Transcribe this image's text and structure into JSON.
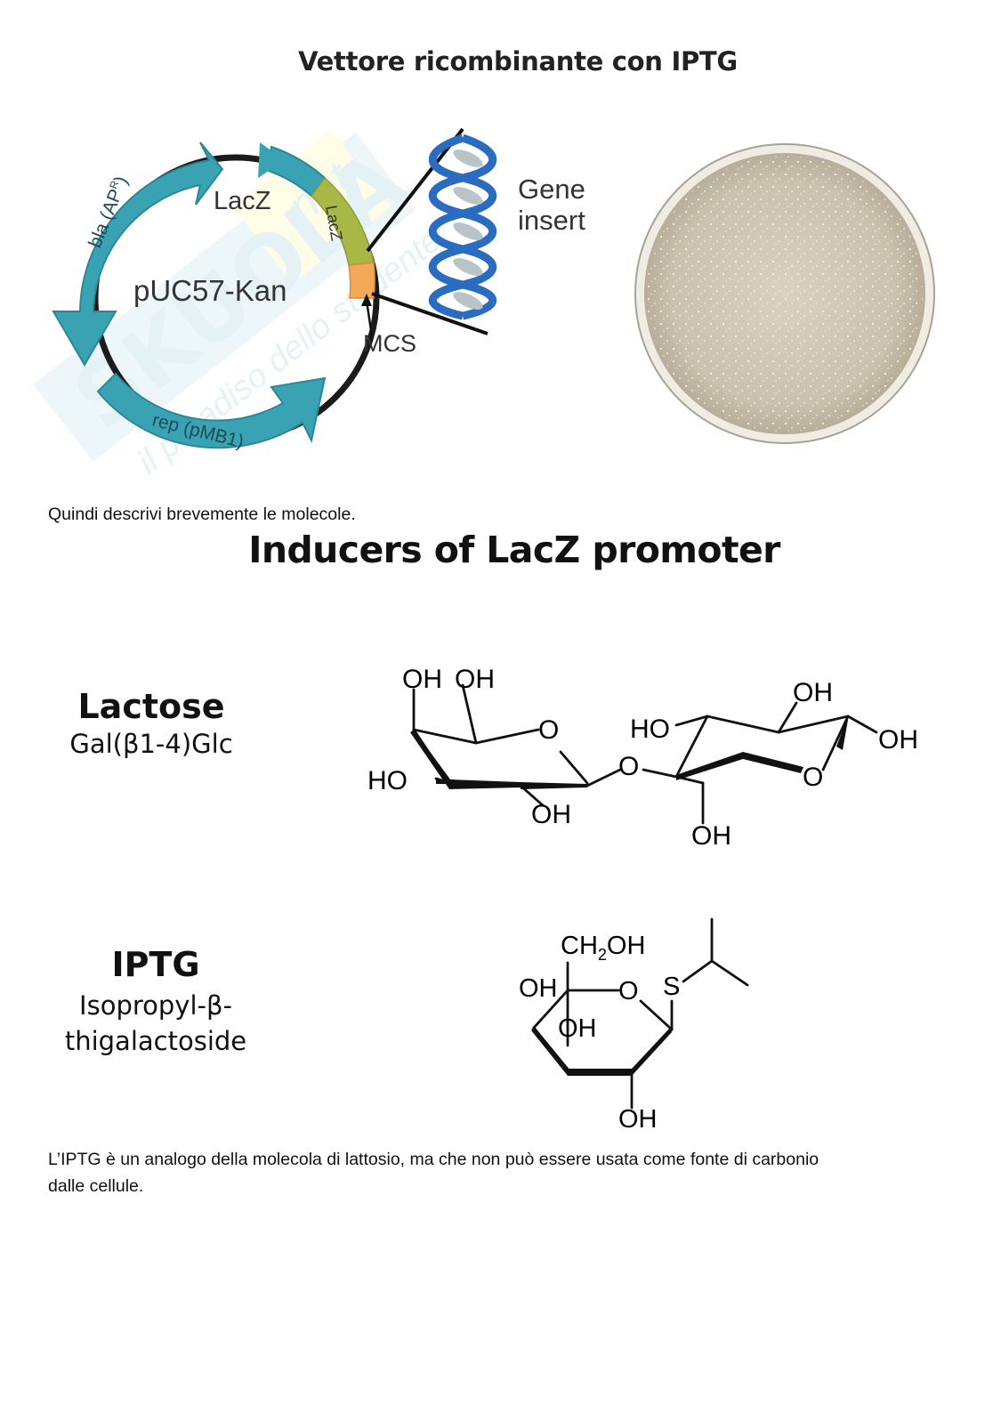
{
  "figure_vector": {
    "title": "Vettore ricombinante con IPTG",
    "plasmid_name": "pUC57-Kan",
    "labels": {
      "lacz_outer": "LacZ",
      "lacz_band": "LacZ",
      "bla": "bla (AP",
      "bla_sup": "R",
      "bla_close": ")",
      "rep": "rep (pMB1)",
      "mcs": "MCS",
      "gene_insert_line1": "Gene",
      "gene_insert_line2": "insert"
    },
    "watermark": "Skuola.net il paradiso dello studente",
    "colors": {
      "teal": "#3aa3b3",
      "lacz_green": "#a7b846",
      "mcs_orange": "#f3a957",
      "helix_blue": "#2b6cc0"
    }
  },
  "paragraph_1": "Quindi descrivi brevemente le molecole.",
  "inducers": {
    "heading": "Inducers of LacZ promoter",
    "lactose": {
      "name": "Lactose",
      "subtitle": "Gal(β1-4)Glc",
      "atoms": {
        "oh_top1": "OH",
        "oh_top2": "OH",
        "ring_o1": "O",
        "ho_left": "HO",
        "oh_bottom1": "OH",
        "bridge_o": "O",
        "ho_right": "HO",
        "oh_top_right": "OH",
        "oh_far_right": "OH",
        "ring_o2": "O",
        "oh_bottom2": "OH"
      }
    },
    "iptg": {
      "name": "IPTG",
      "subtitle_line1": "Isopropyl-β-",
      "subtitle_line2": "thigalactoside",
      "atoms": {
        "ch2oh_a": "CH",
        "ch2oh_sub": "2",
        "ch2oh_b": "OH",
        "oh_left": "OH",
        "ring_o": "O",
        "s": "S",
        "oh_mid": "OH",
        "oh_bottom": "OH"
      }
    }
  },
  "paragraph_2_line1": "L’IPTG è un analogo della molecola di lattosio, ma che non può essere usata come fonte di carbonio",
  "paragraph_2_line2": "dalle cellule."
}
